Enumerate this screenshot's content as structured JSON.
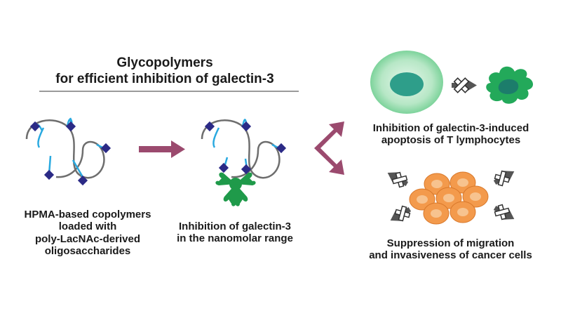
{
  "title": {
    "line1": "Glycopolymers",
    "line2": "for efficient inhibition of galectin-3"
  },
  "left_label": [
    "HPMA-based copolymers",
    "loaded with",
    "poly-LacNAc-derived",
    "oligosaccharides"
  ],
  "middle_label": [
    "Inhibition of galectin-3",
    "in the nanomolar range"
  ],
  "right_top_label": [
    "Inhibition of galectin-3-induced",
    "apoptosis of T lymphocytes"
  ],
  "right_bottom_label": [
    "Suppression of migration",
    "and invasiveness of cancer cells"
  ],
  "colors": {
    "polymer_line": "#6e6e6e",
    "linker": "#29a9e0",
    "sugar": "#2b2a86",
    "galectin": "#1f9a4a",
    "arrow": "#9b4a6e",
    "cell_outer": "#a6e0b8",
    "cell_nucleus": "#2e9e8a",
    "cancer_cell": "#f39a4c",
    "cancer_nucleus": "#f7c38f",
    "block_arrow": "#555555"
  }
}
